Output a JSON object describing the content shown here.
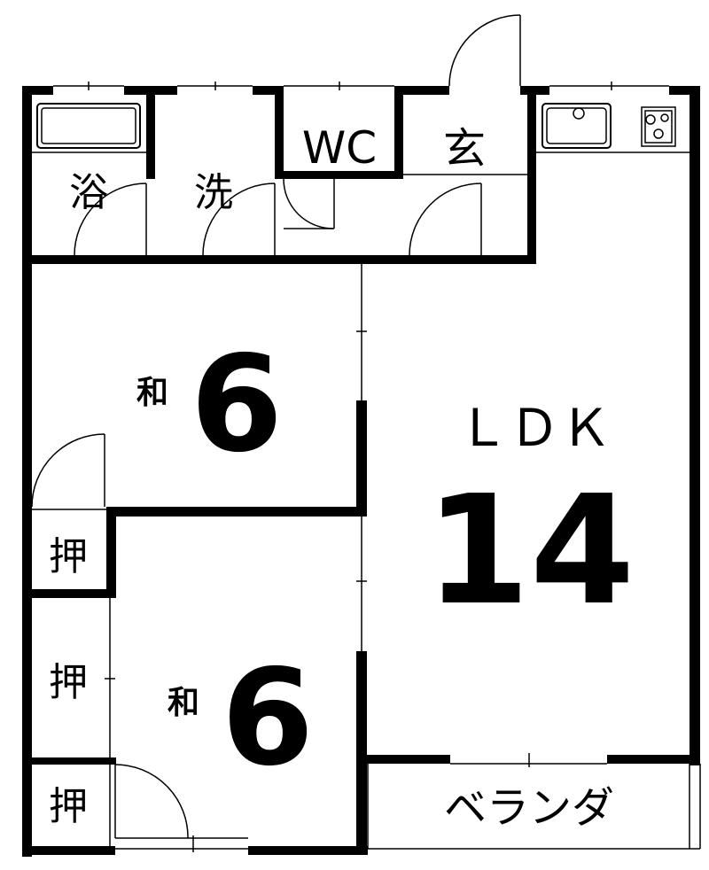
{
  "rooms": {
    "bath": "浴",
    "washroom": "洗",
    "toilet": "WC",
    "entrance": "玄",
    "ldk_label": "ＬＤＫ",
    "ldk_size": "14",
    "washitsu_upper_label": "和",
    "washitsu_upper_size": "6",
    "washitsu_lower_label": "和",
    "washitsu_lower_size": "6",
    "closet_1": "押",
    "closet_2": "押",
    "closet_3": "押",
    "veranda": "ベランダ"
  },
  "colors": {
    "wall": "#000000",
    "background": "#ffffff"
  }
}
